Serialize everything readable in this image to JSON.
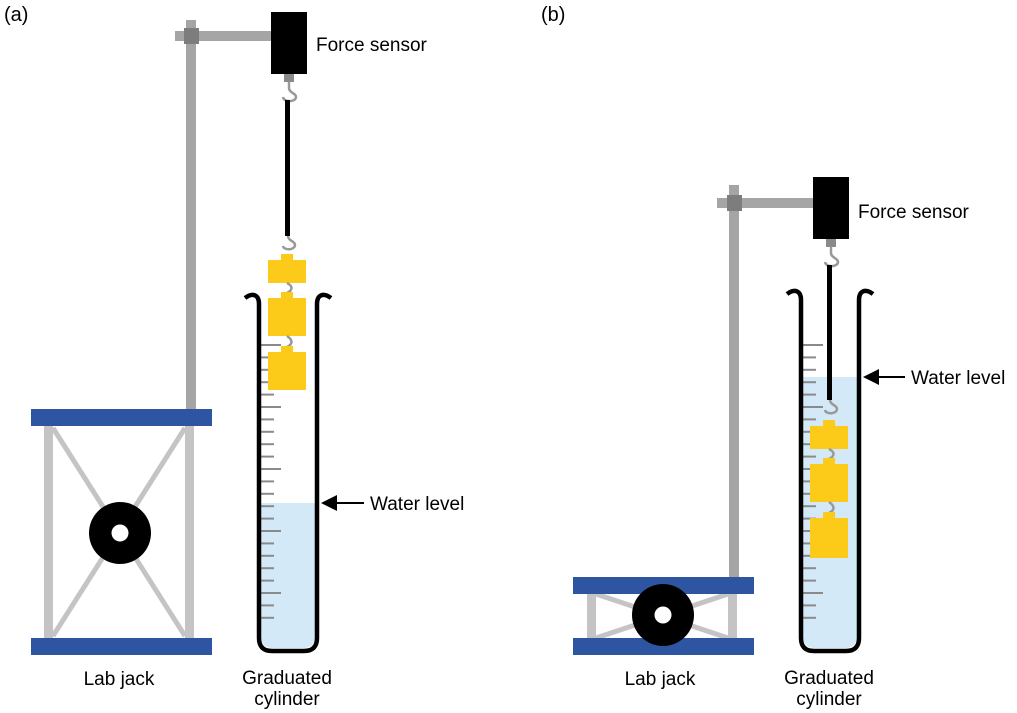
{
  "panels": [
    {
      "id": "a",
      "label": "(a)",
      "force_sensor_label": "Force sensor",
      "water_level_label": "Water level",
      "lab_jack_label": "Lab jack",
      "cylinder_label_line1": "Graduated",
      "cylinder_label_line2": "cylinder",
      "weights_submerged": false
    },
    {
      "id": "b",
      "label": "(b)",
      "force_sensor_label": "Force sensor",
      "water_level_label": "Water level",
      "lab_jack_label": "Lab jack",
      "cylinder_label_line1": "Graduated",
      "cylinder_label_line2": "cylinder",
      "weights_submerged": true
    }
  ],
  "colors": {
    "water": "#d3e9f7",
    "weight": "#fcca18",
    "jack_plate": "#2d55a2",
    "stand": "#a5a5a5",
    "jack_frame": "#c4c4c4",
    "sensor": "#000000",
    "clamp": "#7d7d7d",
    "tick": "#8a8a8a",
    "hook": "#999999"
  }
}
